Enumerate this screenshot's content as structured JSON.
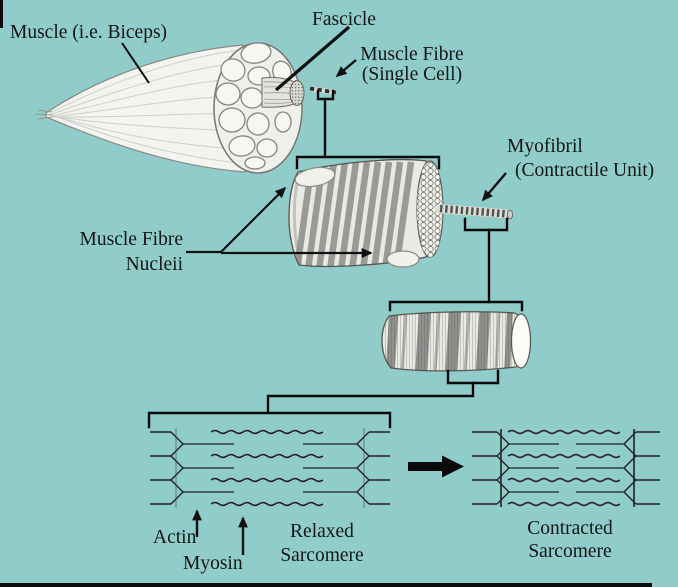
{
  "colors": {
    "background": "#90cdca",
    "ink": "#111111",
    "tissue_fill": "#f3f3ef",
    "band_shade": "#4a4a4a"
  },
  "labels": {
    "muscle": "Muscle (i.e. Biceps)",
    "fascicle": "Fascicle",
    "muscle_fibre": [
      "Muscle Fibre",
      "(Single Cell)"
    ],
    "myofibril": [
      "Myofibril",
      "(Contractile Unit)"
    ],
    "nuclei": [
      "Muscle Fibre",
      "Nucleii"
    ],
    "actin": "Actin",
    "myosin": "Myosin",
    "relaxed_sarcomere": [
      "Relaxed",
      "Sarcomere"
    ],
    "contracted_sarcomere": [
      "Contracted",
      "Sarcomere"
    ]
  }
}
